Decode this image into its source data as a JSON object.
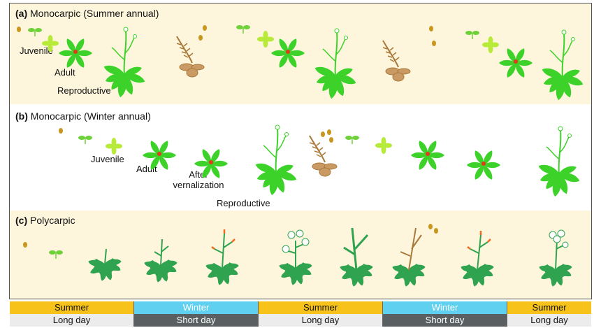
{
  "panels": [
    {
      "letter": "(a)",
      "title": "Monocarpic (Summer annual)",
      "stages": {
        "juvenile": "Juvenile",
        "adult": "Adult",
        "reproductive": "Reproductive"
      }
    },
    {
      "letter": "(b)",
      "title": "Monocarpic (Winter annual)",
      "stages": {
        "juvenile": "Juvenile",
        "adult": "Adult",
        "after_vernalization": "After vernalization",
        "reproductive": "Reproductive"
      }
    },
    {
      "letter": "(c)",
      "title": "Polycarpic"
    }
  ],
  "seasons": [
    "Summer",
    "Winter",
    "Summer",
    "Winter",
    "Summer"
  ],
  "day_lengths": [
    "Long day",
    "Short day",
    "Long day",
    "Short day",
    "Long day"
  ],
  "colors": {
    "summer": "#f7c21a",
    "winter": "#5fd0ef",
    "long_day": "#ececec",
    "short_day": "#5a6061",
    "seed": "#c9961e",
    "seedling": "#6fd13a",
    "plant": "#3dd22a",
    "senesced": "#c99a64",
    "polycarpic_plant": "#2fa34f",
    "flower_bud_arrow": "#f26a1b",
    "meristem_red": "#e23a1a"
  }
}
